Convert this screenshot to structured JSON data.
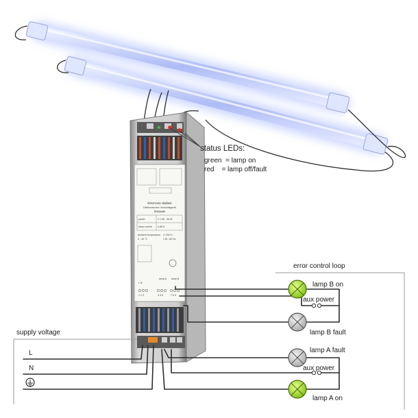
{
  "status": {
    "title": "status LEDs:",
    "green_line": "green  = lamp on",
    "red_line": "red    = lamp off/fault"
  },
  "supply": {
    "title": "supply voltage",
    "line_L": "L",
    "line_N": "N"
  },
  "error_loop": {
    "title": "error control loop",
    "lamp_b_on": "lamp B on",
    "aux_power_b": "aux power",
    "lamp_b_fault": "lamp B fault",
    "lamp_a_fault": "lamp A fault",
    "aux_power_a": "aux power",
    "lamp_a_on": "lamp A on"
  },
  "ballast": {
    "name": "Electronic Ballast",
    "name_de": "Elektronisches Vorschaltgerät",
    "model": "EVG2x96",
    "power_label": "power",
    "power_value": "2 x 55 - 96 W",
    "current_label": "lamp current",
    "current_value": "0,88 A",
    "ambient_label": "ambient temperature",
    "ambient_value": "0 - 40 °C",
    "supply_value": "U 230 V~",
    "frequency_value": "I 45...60 Hz",
    "ln_label": "L N",
    "ln_pins": "1 2 3",
    "lamp_a_label": "lamp A",
    "lamp_b_label": "lamp B",
    "pins_a": "4 5 6",
    "pins_b": "7 8 9"
  },
  "colors": {
    "lamp_on": "#9bd12a",
    "lamp_fault": "#c9c9c9",
    "tube_glow": "#c9d6ff",
    "led_green": "#3fb84a",
    "led_red": "#e0301e",
    "ballast_body": "#c8c8c8"
  }
}
